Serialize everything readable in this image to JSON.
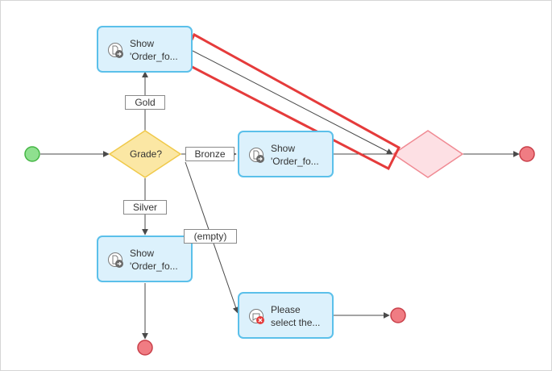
{
  "decision": {
    "label": "Grade?"
  },
  "activities": {
    "gold": {
      "line1": "Show",
      "line2": "'Order_fo..."
    },
    "bronze": {
      "line1": "Show",
      "line2": "'Order_fo..."
    },
    "silver": {
      "line1": "Show",
      "line2": "'Order_fo..."
    },
    "empty": {
      "line1": "Please",
      "line2": "select the..."
    }
  },
  "edge_labels": {
    "gold": "Gold",
    "bronze": "Bronze",
    "silver": "Silver",
    "empty": "(empty)"
  },
  "colors": {
    "start": "#8fe08f",
    "end": "#f07c83",
    "decision": "#fbe7a4",
    "merge": "#fde0e4",
    "activity": "#dcf1fc",
    "highlight": "#e53b3b"
  }
}
